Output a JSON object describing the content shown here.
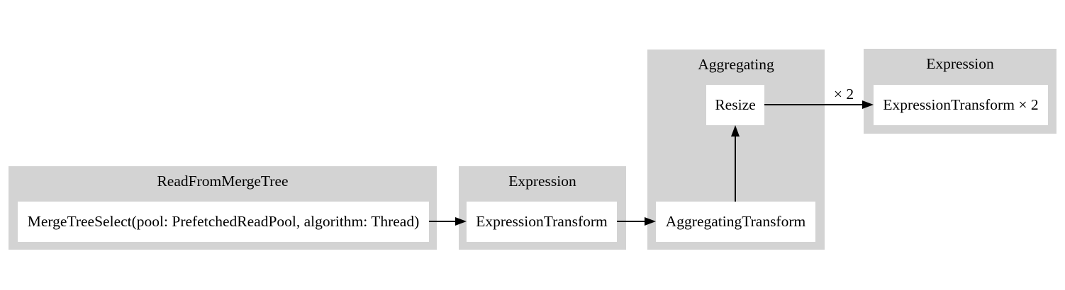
{
  "diagram": {
    "type": "query-pipeline-graph",
    "colors": {
      "background": "#ffffff",
      "cluster_fill": "#d3d3d3",
      "node_fill": "#ffffff",
      "edge_color": "#000000",
      "text_color": "#000000"
    },
    "clusters": [
      {
        "title": "ReadFromMergeTree",
        "nodes": [
          "MergeTreeSelect(pool: PrefetchedReadPool, algorithm: Thread)"
        ]
      },
      {
        "title": "Expression",
        "nodes": [
          "ExpressionTransform"
        ]
      },
      {
        "title": "Aggregating",
        "nodes": [
          "Resize",
          "AggregatingTransform"
        ]
      },
      {
        "title": "Expression",
        "nodes": [
          "ExpressionTransform × 2"
        ]
      }
    ],
    "edges": [
      {
        "from": "MergeTreeSelect(pool: PrefetchedReadPool, algorithm: Thread)",
        "to": "ExpressionTransform",
        "label": ""
      },
      {
        "from": "ExpressionTransform",
        "to": "AggregatingTransform",
        "label": ""
      },
      {
        "from": "AggregatingTransform",
        "to": "Resize",
        "label": ""
      },
      {
        "from": "Resize",
        "to": "ExpressionTransform × 2",
        "label": "× 2"
      }
    ]
  }
}
